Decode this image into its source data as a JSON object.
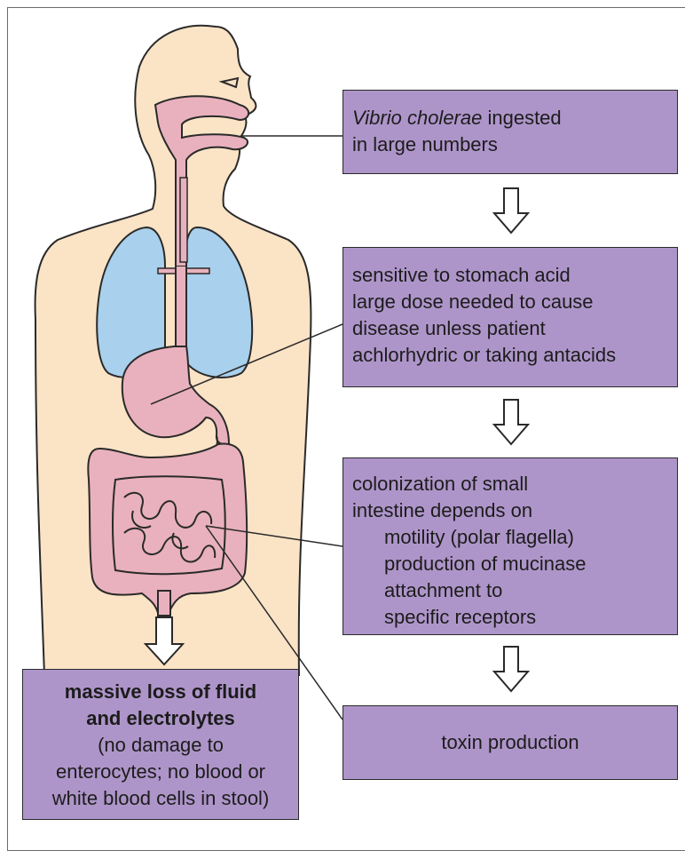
{
  "boxes": {
    "ingest": {
      "italic": "Vibrio cholerae",
      "rest": " ingested",
      "line2": "in large numbers"
    },
    "acid": {
      "lines": [
        "sensitive to stomach acid",
        "large dose needed to cause",
        "disease unless patient",
        "achlorhydric or taking antacids"
      ]
    },
    "colonization": {
      "lines": [
        "colonization of small",
        "intestine depends on"
      ],
      "factors": [
        "motility (polar flagella)",
        "production of mucinase",
        "attachment to",
        "specific receptors"
      ]
    },
    "toxin": {
      "label": "toxin production"
    },
    "outcome": {
      "bold": [
        "massive loss of fluid",
        "and electrolytes"
      ],
      "lines": [
        "(no damage to",
        "enterocytes; no blood or",
        "white blood cells in stool)"
      ]
    }
  },
  "colors": {
    "box_fill": "#ae95c9",
    "skin": "#fbe3c6",
    "organ_pink": "#e9b1bd",
    "lung_blue": "#a9d0ec",
    "outline": "#2a2a2a"
  },
  "icons": [
    "down-arrow-icon",
    "human-body-illustration"
  ]
}
